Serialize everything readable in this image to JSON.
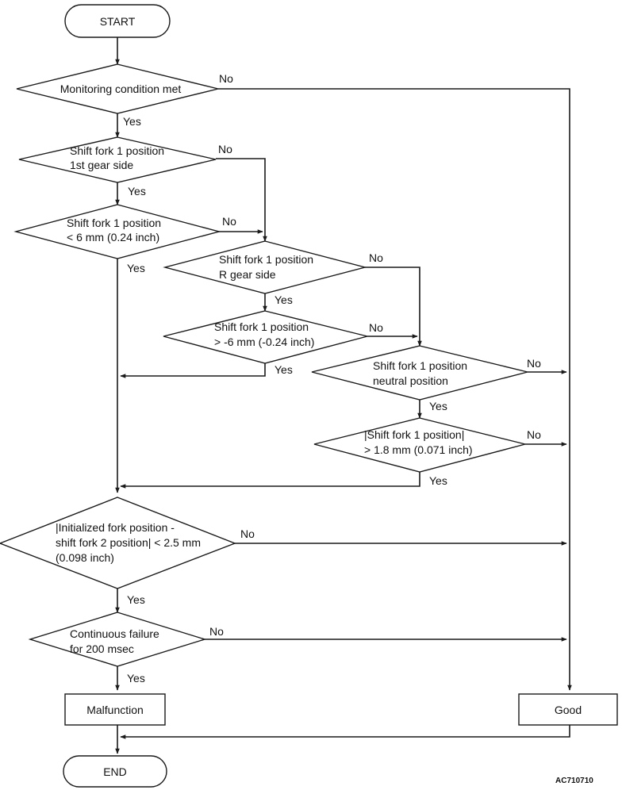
{
  "terminals": {
    "start": "START",
    "end": "END"
  },
  "decisions": {
    "monitoring": {
      "lines": [
        "Monitoring condition met"
      ]
    },
    "fork1_1st": {
      "lines": [
        "Shift fork 1 position",
        "1st gear side"
      ]
    },
    "fork1_lt6": {
      "lines": [
        "Shift fork 1 position",
        "< 6 mm (0.24 inch)"
      ]
    },
    "fork1_r": {
      "lines": [
        "Shift fork 1 position",
        "R gear side"
      ]
    },
    "fork1_gtm6": {
      "lines": [
        "Shift fork 1 position",
        "> -6 mm (-0.24 inch)"
      ]
    },
    "fork1_neutral": {
      "lines": [
        "Shift fork 1 position",
        "neutral position"
      ]
    },
    "fork1_abs": {
      "lines": [
        "|Shift fork 1 position|",
        "> 1.8 mm (0.071 inch)"
      ]
    },
    "initialized": {
      "lines": [
        "|Initialized fork position -",
        "shift fork 2 position| < 2.5 mm",
        "(0.098 inch)"
      ]
    },
    "continuous": {
      "lines": [
        "Continuous failure",
        "for 200 msec"
      ]
    }
  },
  "processes": {
    "malfunction": "Malfunction",
    "good": "Good"
  },
  "branch_labels": {
    "yes": "Yes",
    "no": "No"
  },
  "reference_code": "AC710710"
}
